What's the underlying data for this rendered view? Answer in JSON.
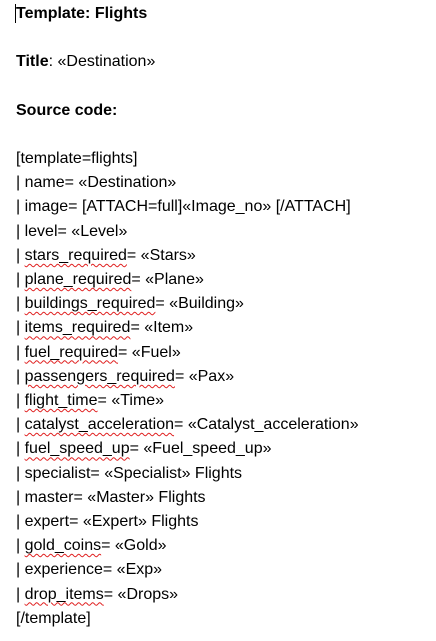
{
  "document": {
    "heading": "Template: Flights",
    "title_label": "Title",
    "title_value": ": «Destination»",
    "source_label": "Source code:",
    "lines": [
      {
        "pre": "[template=flights]",
        "sq": "",
        "post": ""
      },
      {
        "pre": "| name= «Destination»",
        "sq": "",
        "post": ""
      },
      {
        "pre": "| image= [ATTACH=full]«Image_no» [/ATTACH]",
        "sq": "",
        "post": ""
      },
      {
        "pre": "| level= «Level»",
        "sq": "",
        "post": ""
      },
      {
        "pre": "| ",
        "sq": "stars_required",
        "post": "= «Stars»"
      },
      {
        "pre": "| ",
        "sq": "plane_required",
        "post": "= «Plane»"
      },
      {
        "pre": "| ",
        "sq": "buildings_required",
        "post": "= «Building»"
      },
      {
        "pre": "| ",
        "sq": "items_required",
        "post": "= «Item»"
      },
      {
        "pre": "| ",
        "sq": "fuel_required",
        "post": "= «Fuel»"
      },
      {
        "pre": "| ",
        "sq": "passengers_required",
        "post": "= «Pax»"
      },
      {
        "pre": "| ",
        "sq": "flight_time",
        "post": "= «Time»"
      },
      {
        "pre": "| ",
        "sq": "catalyst_acceleration",
        "post": "= «Catalyst_acceleration»"
      },
      {
        "pre": "| ",
        "sq": "fuel_speed_up",
        "post": "= «Fuel_speed_up»"
      },
      {
        "pre": "| specialist= «Specialist» Flights",
        "sq": "",
        "post": ""
      },
      {
        "pre": "| master= «Master» Flights",
        "sq": "",
        "post": ""
      },
      {
        "pre": "| expert= «Expert» Flights",
        "sq": "",
        "post": ""
      },
      {
        "pre": "| ",
        "sq": "gold_coins",
        "post": "= «Gold»"
      },
      {
        "pre": "| experience= «Exp»",
        "sq": "",
        "post": ""
      },
      {
        "pre": "| ",
        "sq": "drop_items",
        "post": "= «Drops»"
      },
      {
        "pre": "[/template]",
        "sq": "",
        "post": ""
      }
    ]
  },
  "colors": {
    "text": "#000000",
    "spellcheck_squiggle": "#e02020",
    "background": "#ffffff"
  }
}
